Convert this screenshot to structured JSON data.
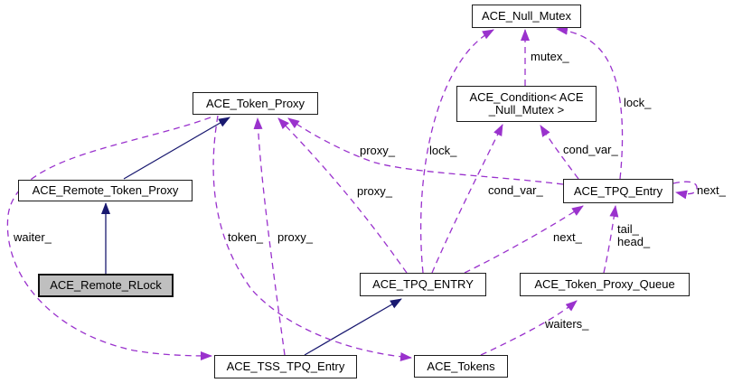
{
  "diagram": {
    "type": "class-collaboration-graph",
    "colors": {
      "background": "#ffffff",
      "inheritance_edge": "#191970",
      "usage_edge": "#9a32cd",
      "node_border": "#1c1c1c",
      "node_fill": "#ffffff",
      "highlight_fill": "#bfbfbf",
      "text": "#000000"
    },
    "nodes": [
      {
        "id": "ace-null-mutex",
        "label": "ACE_Null_Mutex",
        "highlighted": false
      },
      {
        "id": "ace-condition",
        "label": "ACE_Condition< ACE\n_Null_Mutex >",
        "highlighted": false
      },
      {
        "id": "ace-token-proxy",
        "label": "ACE_Token_Proxy",
        "highlighted": false
      },
      {
        "id": "ace-remote-token-proxy",
        "label": "ACE_Remote_Token_Proxy",
        "highlighted": false
      },
      {
        "id": "ace-tpq-entry",
        "label": "ACE_TPQ_Entry",
        "highlighted": false
      },
      {
        "id": "ace-remote-rlock",
        "label": "ACE_Remote_RLock",
        "highlighted": true
      },
      {
        "id": "ace-tpq-entry-caps",
        "label": "ACE_TPQ_ENTRY",
        "highlighted": false
      },
      {
        "id": "ace-token-proxy-queue",
        "label": "ACE_Token_Proxy_Queue",
        "highlighted": false
      },
      {
        "id": "ace-tss-tpq-entry",
        "label": "ACE_TSS_TPQ_Entry",
        "highlighted": false
      },
      {
        "id": "ace-tokens",
        "label": "ACE_Tokens",
        "highlighted": false
      }
    ],
    "edges": [
      {
        "from": "ACE_Remote_Token_Proxy",
        "to": "ACE_Token_Proxy",
        "label": "",
        "type": "inheritance"
      },
      {
        "from": "ACE_Remote_RLock",
        "to": "ACE_Remote_Token_Proxy",
        "label": "",
        "type": "inheritance"
      },
      {
        "from": "ACE_TSS_TPQ_Entry",
        "to": "ACE_TPQ_ENTRY",
        "label": "",
        "type": "inheritance"
      },
      {
        "from": "ACE_Condition< ACE_Null_Mutex >",
        "to": "ACE_Null_Mutex",
        "label": "mutex_",
        "type": "usage"
      },
      {
        "from": "ACE_TPQ_ENTRY",
        "to": "ACE_Null_Mutex",
        "label": "lock_",
        "type": "usage"
      },
      {
        "from": "ACE_TPQ_Entry",
        "to": "ACE_Null_Mutex",
        "label": "lock_",
        "type": "usage"
      },
      {
        "from": "ACE_TPQ_ENTRY",
        "to": "ACE_Condition< ACE_Null_Mutex >",
        "label": "cond_var_",
        "type": "usage"
      },
      {
        "from": "ACE_TPQ_Entry",
        "to": "ACE_Condition< ACE_Null_Mutex >",
        "label": "cond_var_",
        "type": "usage"
      },
      {
        "from": "ACE_TPQ_Entry",
        "to": "ACE_Token_Proxy",
        "label": "proxy_",
        "type": "usage"
      },
      {
        "from": "ACE_TPQ_ENTRY",
        "to": "ACE_Token_Proxy",
        "label": "proxy_",
        "type": "usage"
      },
      {
        "from": "ACE_TSS_TPQ_Entry",
        "to": "ACE_Token_Proxy",
        "label": "proxy_",
        "type": "usage"
      },
      {
        "from": "ACE_Token_Proxy",
        "to": "ACE_Tokens",
        "label": "token_",
        "type": "usage"
      },
      {
        "from": "ACE_Token_Proxy",
        "to": "ACE_TSS_TPQ_Entry",
        "label": "waiter_",
        "type": "usage"
      },
      {
        "from": "ACE_TPQ_ENTRY",
        "to": "ACE_TPQ_Entry",
        "label": "next_",
        "type": "usage"
      },
      {
        "from": "ACE_TPQ_Entry",
        "to": "ACE_TPQ_Entry",
        "label": "next_",
        "type": "usage"
      },
      {
        "from": "ACE_Token_Proxy_Queue",
        "to": "ACE_TPQ_Entry",
        "label": "tail_\nhead_",
        "type": "usage"
      },
      {
        "from": "ACE_Tokens",
        "to": "ACE_Token_Proxy_Queue",
        "label": "waiters_",
        "type": "usage"
      }
    ]
  }
}
